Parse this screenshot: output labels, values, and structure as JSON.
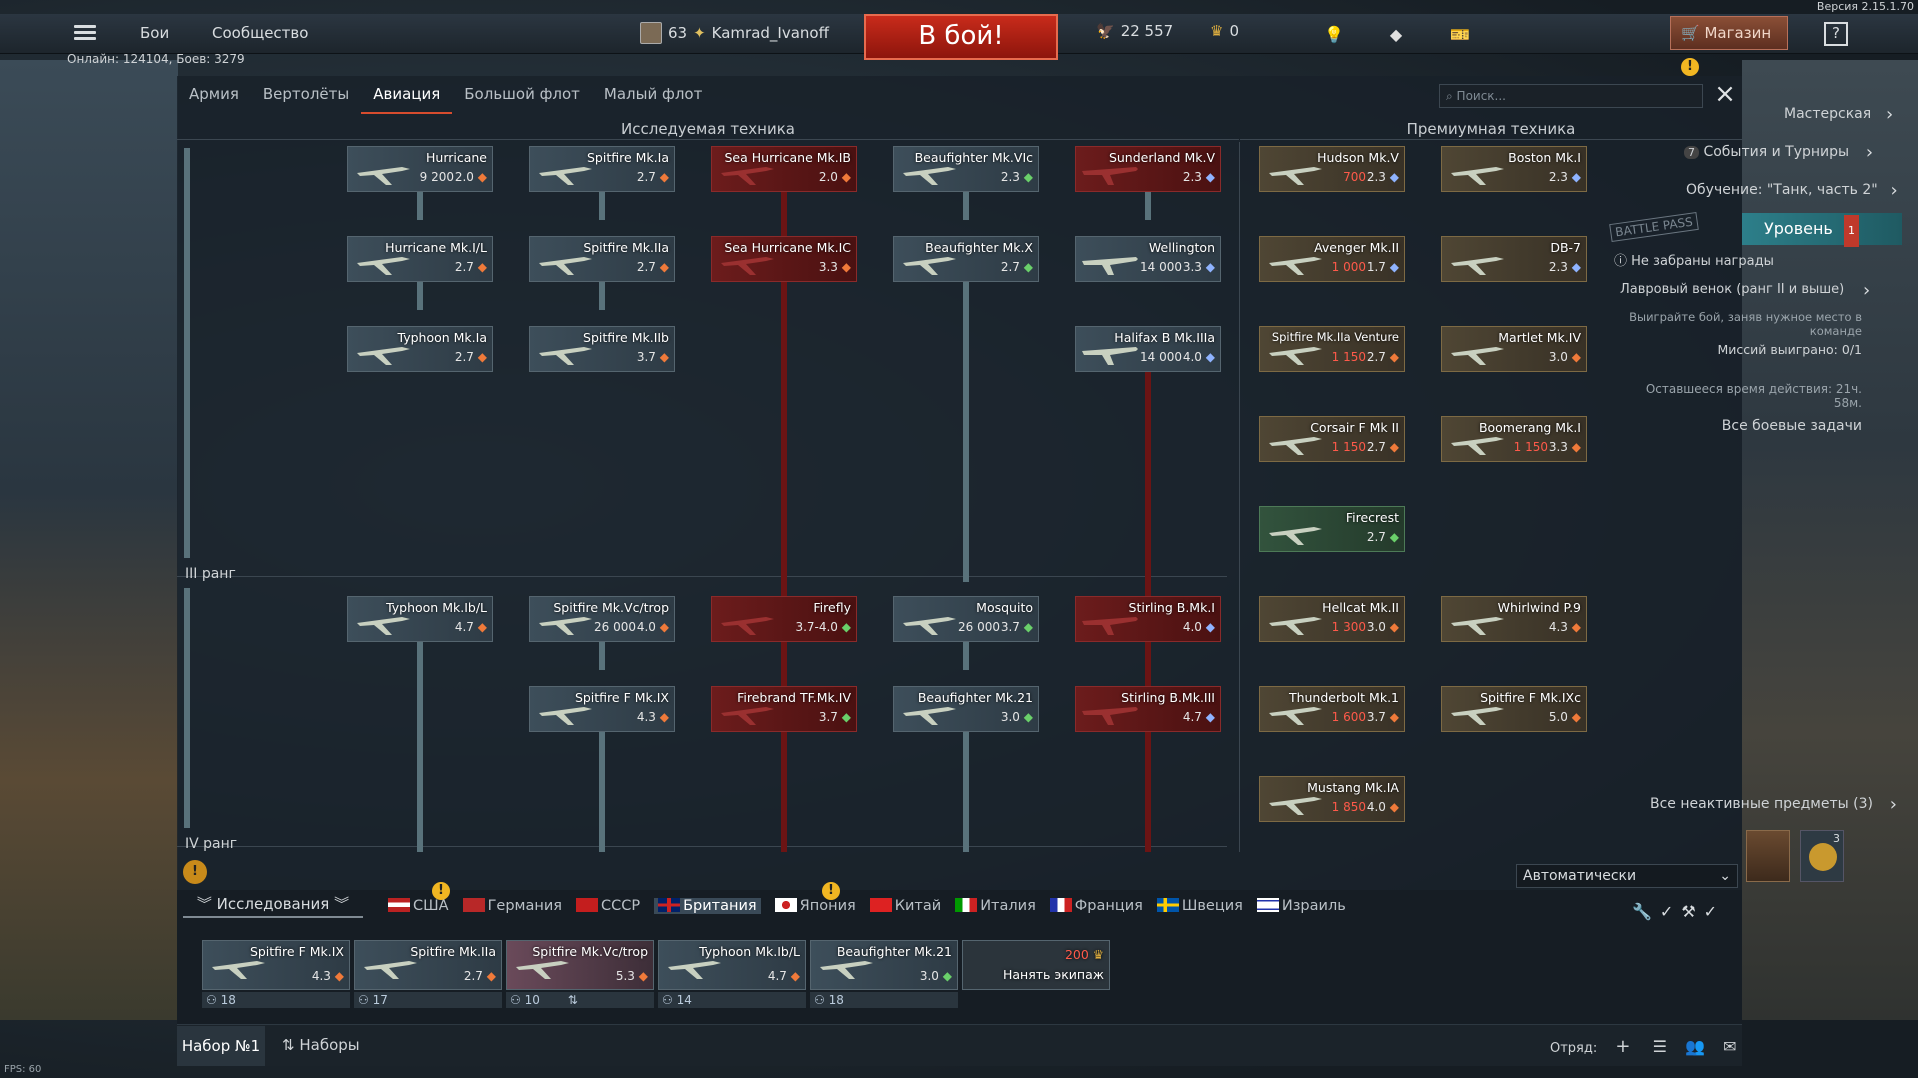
{
  "version": "Версия 2.15.1.70",
  "topnav": {
    "battles": "Бои",
    "community": "Сообщество"
  },
  "online": "Онлайн: 124104, Боев: 3279",
  "player": {
    "level": "63",
    "name": "Kamrad_Ivanoff"
  },
  "battle_button": "В бой!",
  "silver": "22 557",
  "gold": "0",
  "shop": "Магазин",
  "help": "?",
  "tabs": [
    "Армия",
    "Вертолёты",
    "Авиация",
    "Большой флот",
    "Малый флот"
  ],
  "active_tab": "Авиация",
  "search_placeholder": "Поиск...",
  "sections": {
    "research": "Исследуемая техника",
    "premium": "Премиумная техника"
  },
  "ranks": {
    "r3": "III ранг",
    "r4": "IV ранг"
  },
  "tree": [
    {
      "name": "Hurricane",
      "br": "2.0",
      "cost": "9 200"
    },
    {
      "name": "Spitfire Mk.Ia",
      "br": "2.7"
    },
    {
      "name": "Sea Hurricane Mk.IB",
      "br": "2.0"
    },
    {
      "name": "Beaufighter Mk.VIc",
      "br": "2.3"
    },
    {
      "name": "Sunderland Mk.V",
      "br": "2.3"
    },
    {
      "name": "Hurricane Mk.I/L",
      "br": "2.7"
    },
    {
      "name": "Spitfire Mk.IIa",
      "br": "2.7"
    },
    {
      "name": "Sea Hurricane Mk.IC",
      "br": "3.3"
    },
    {
      "name": "Beaufighter Mk.X",
      "br": "2.7"
    },
    {
      "name": "Wellington",
      "br": "3.3",
      "cost": "14 000"
    },
    {
      "name": "Typhoon Mk.Ia",
      "br": "2.7"
    },
    {
      "name": "Spitfire Mk.IIb",
      "br": "3.7"
    },
    {
      "name": "Halifax B Mk.IIIa",
      "br": "4.0",
      "cost": "14 000"
    },
    {
      "name": "Typhoon Mk.Ib/L",
      "br": "4.7"
    },
    {
      "name": "Spitfire Mk.Vc/trop",
      "br": "4.0",
      "cost": "26 000"
    },
    {
      "name": "Firefly",
      "br": "3.7-4.0"
    },
    {
      "name": "Mosquito",
      "br": "3.7",
      "cost": "26 000"
    },
    {
      "name": "Stirling B.Mk.I",
      "br": "4.0"
    },
    {
      "name": "Spitfire F Mk.IX",
      "br": "4.3"
    },
    {
      "name": "Firebrand TF.Mk.IV",
      "br": "3.7"
    },
    {
      "name": "Beaufighter Mk.21",
      "br": "3.0"
    },
    {
      "name": "Stirling B.Mk.III",
      "br": "4.7"
    }
  ],
  "premium": [
    {
      "name": "Hudson Mk.V",
      "br": "2.3",
      "cost": "700"
    },
    {
      "name": "Boston Mk.I",
      "br": "2.3"
    },
    {
      "name": "Avenger Mk.II",
      "br": "1.7",
      "cost": "1 000"
    },
    {
      "name": "DB-7",
      "br": "2.3"
    },
    {
      "name": "Spitfire Mk.IIa Venture",
      "br": "2.7",
      "cost": "1 150"
    },
    {
      "name": "Martlet Mk.IV",
      "br": "3.0"
    },
    {
      "name": "Corsair F Mk II",
      "br": "2.7",
      "cost": "1 150"
    },
    {
      "name": "Boomerang Mk.I",
      "br": "3.3",
      "cost": "1 150"
    },
    {
      "name": "Firecrest",
      "br": "2.7"
    },
    {
      "name": "Hellcat Mk.II",
      "br": "3.0",
      "cost": "1 300"
    },
    {
      "name": "Whirlwind P.9",
      "br": "4.3"
    },
    {
      "name": "Thunderbolt Mk.1",
      "br": "3.7",
      "cost": "1 600"
    },
    {
      "name": "Spitfire F Mk.IXc",
      "br": "5.0"
    },
    {
      "name": "Mustang Mk.IA",
      "br": "4.0",
      "cost": "1 850"
    }
  ],
  "right_panel": {
    "workshop": "Мастерская",
    "events": "События и Турниры",
    "events_badge": "7",
    "training": "Обучение: \"Танк, часть 2\"",
    "battlepass": "BATTLE PASS",
    "level": "Уровень",
    "level_num": "1",
    "rewards": "Не забраны награды",
    "laurel": "Лавровый венок (ранг II и выше)",
    "task_desc": "Выиграйте бой, заняв нужное место в команде",
    "missions": "Миссий выиграно: 0/1",
    "time": "Оставшееся время действия: 21ч. 58м.",
    "all_tasks": "Все боевые задачи",
    "inactive": "Все неактивные предметы (3)",
    "item_count": "3"
  },
  "research_tab": "Исследования",
  "countries": [
    "США",
    "Германия",
    "СССР",
    "Британия",
    "Япония",
    "Китай",
    "Италия",
    "Франция",
    "Швеция",
    "Израиль"
  ],
  "active_country": "Британия",
  "auto": "Автоматически",
  "crew": [
    {
      "name": "Spitfire F Mk.IX",
      "br": "4.3",
      "crew": "18"
    },
    {
      "name": "Spitfire Mk.IIa",
      "br": "2.7",
      "crew": "17"
    },
    {
      "name": "Spitfire Mk.Vc/trop",
      "br": "5.3",
      "crew": "10"
    },
    {
      "name": "Typhoon Mk.Ib/L",
      "br": "4.7",
      "crew": "14"
    },
    {
      "name": "Beaufighter Mk.21",
      "br": "3.0",
      "crew": "18"
    }
  ],
  "hire": {
    "cost": "200",
    "label": "Нанять экипаж"
  },
  "preset": "Набор №1",
  "presets": "Наборы",
  "squad": "Отряд:",
  "fps": "FPS: 60"
}
